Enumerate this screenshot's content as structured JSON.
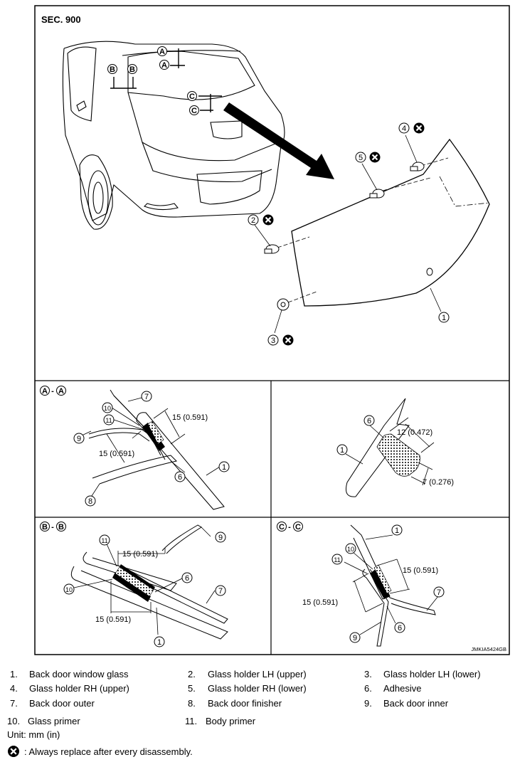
{
  "header": {
    "section": "SEC. 900"
  },
  "callouts": {
    "A": "A",
    "B": "B",
    "C": "C",
    "n1": "1",
    "n2": "2",
    "n3": "3",
    "n4": "4",
    "n5": "5",
    "n6": "6",
    "n7": "7",
    "n8": "8",
    "n9": "9",
    "n10": "10",
    "n11": "11"
  },
  "views": {
    "aa": {
      "dim1": "15 (0.591)",
      "dim2": "15 (0.591)"
    },
    "adhesive": {
      "width": "12 (0.472)",
      "height": "7 (0.276)"
    },
    "bb": {
      "dim1": "15 (0.591)",
      "dim2": "15 (0.591)"
    },
    "cc": {
      "dim1": "15 (0.591)",
      "dim2": "15 (0.591)"
    }
  },
  "figure_code": "JMKIA5424GB",
  "legend": [
    {
      "num": "1.",
      "label": "Back door window glass"
    },
    {
      "num": "2.",
      "label": "Glass holder LH (upper)"
    },
    {
      "num": "3.",
      "label": "Glass holder LH (lower)"
    },
    {
      "num": "4.",
      "label": "Glass holder RH (upper)"
    },
    {
      "num": "5.",
      "label": "Glass holder RH (lower)"
    },
    {
      "num": "6.",
      "label": "Adhesive"
    },
    {
      "num": "7.",
      "label": "Back door outer"
    },
    {
      "num": "8.",
      "label": "Back door finisher"
    },
    {
      "num": "9.",
      "label": "Back door inner"
    },
    {
      "num": "10.",
      "label": "Glass primer"
    },
    {
      "num": "11.",
      "label": "Body primer"
    }
  ],
  "unit": "Unit: mm (in)",
  "replace_note": ": Always replace after every disassembly.",
  "icons": {
    "replace": "always-replace-icon"
  }
}
